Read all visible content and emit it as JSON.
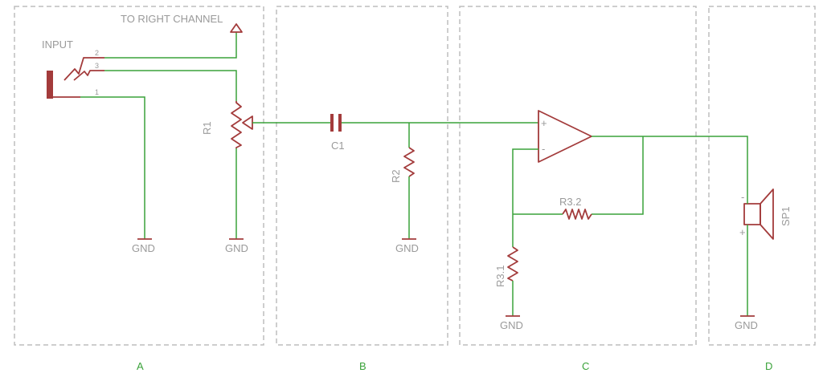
{
  "title_labels": {
    "input": "INPUT",
    "to_right": "TO RIGHT CHANNEL"
  },
  "pins": {
    "p1": "1",
    "p2": "2",
    "p3": "3"
  },
  "components": {
    "r1": "R1",
    "c1": "C1",
    "r2": "R2",
    "r31": "R3.1",
    "r32": "R3.2",
    "sp1": "SP1"
  },
  "gnd_label": "GND",
  "opamp": {
    "plus": "+",
    "minus": "-"
  },
  "speaker": {
    "minus": "-",
    "plus": "+"
  },
  "sections": [
    "A",
    "B",
    "C",
    "D"
  ],
  "colors": {
    "wire": "#3aa23a",
    "part": "#a33b3b",
    "box": "#bdbdbd",
    "text": "#9a9a9a"
  }
}
